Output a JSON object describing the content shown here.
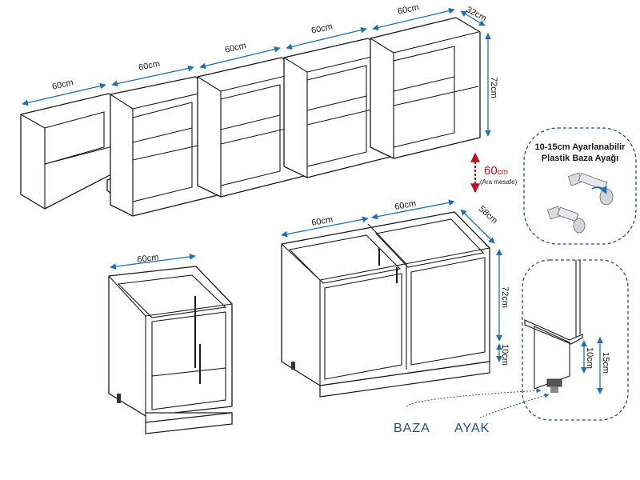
{
  "upper": {
    "widths": [
      "60cm",
      "60cm",
      "60cm",
      "60cm",
      "60cm"
    ],
    "depth": "32cm",
    "height": "72cm"
  },
  "gap": {
    "value": "60",
    "unit": "cm",
    "note": "(Ara mesafe)"
  },
  "double_base": {
    "width1": "60cm",
    "width2": "60cm",
    "depth": "58cm",
    "height": "72cm",
    "plinth": "10cm"
  },
  "single_base": {
    "width": "60cm"
  },
  "leg_box": {
    "line1": "10-15cm Ayarlanabilir",
    "line2": "Plastik Baza Ayağı"
  },
  "detail": {
    "plinth": "10cm",
    "leg": "15cm"
  },
  "labels": {
    "baza": "BAZA",
    "ayak": "AYAK"
  },
  "colors": {
    "dimension": "#1f6fb5",
    "gap_arrow": "#c0101a",
    "outline": "#1a1a1a"
  }
}
